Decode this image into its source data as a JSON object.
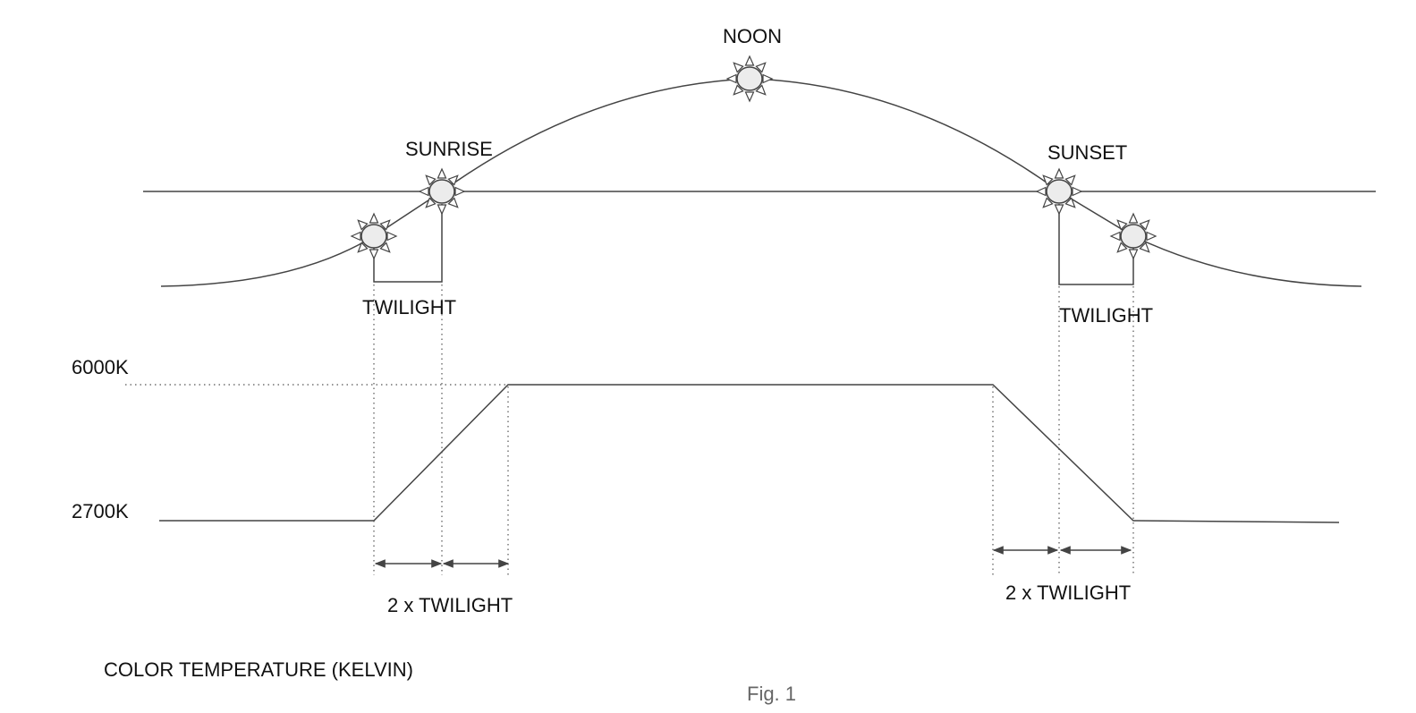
{
  "labels": {
    "noon": "NOON",
    "sunrise": "SUNRISE",
    "sunset": "SUNSET",
    "twilight_left": "TWILIGHT",
    "twilight_right": "TWILIGHT",
    "k6000": "6000K",
    "k2700": "2700K",
    "double_twilight_left": "2 x TWILIGHT",
    "double_twilight_right": "2 x TWILIGHT",
    "axis_title": "COLOR TEMPERATURE (KELVIN)",
    "caption": "Fig. 1"
  },
  "suns": [
    {
      "name": "sun-twilight-start-icon"
    },
    {
      "name": "sun-sunrise-icon"
    },
    {
      "name": "sun-noon-icon"
    },
    {
      "name": "sun-sunset-icon"
    },
    {
      "name": "sun-twilight-end-icon"
    }
  ],
  "colors": {
    "line": "#444444",
    "sun_fill": "#ececec",
    "caption": "#666666"
  }
}
